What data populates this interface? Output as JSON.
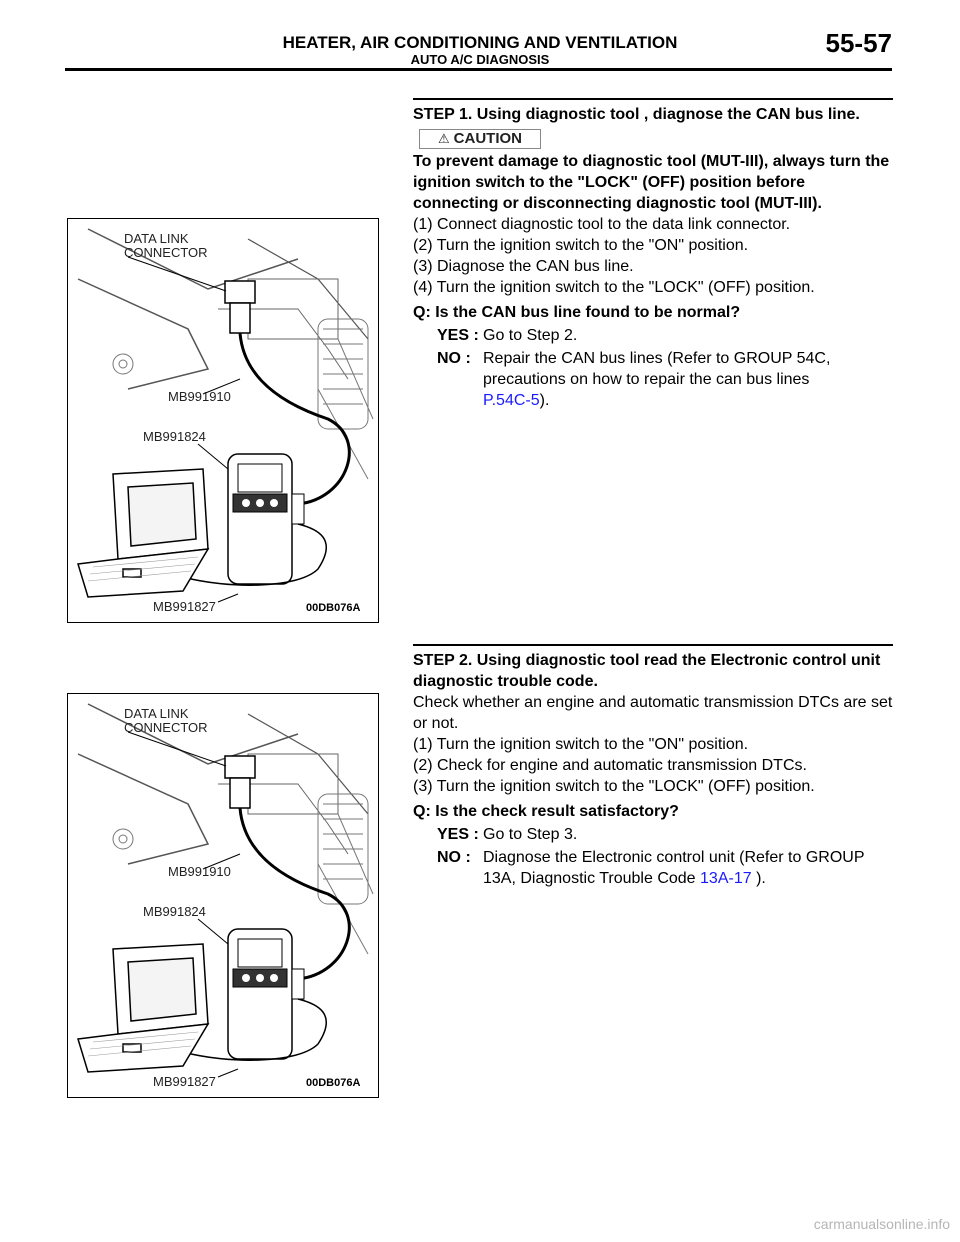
{
  "header": {
    "title": "HEATER, AIR CONDITIONING AND VENTILATION",
    "subtitle": "AUTO A/C DIAGNOSIS",
    "page_number": "55-57"
  },
  "figures": [
    {
      "label_connector_line1": "DATA LINK",
      "label_connector_line2": "CONNECTOR",
      "label_cable": "MB991910",
      "label_vci": "MB991824",
      "label_usb": "MB991827",
      "code": "00DB076A"
    },
    {
      "label_connector_line1": "DATA LINK",
      "label_connector_line2": "CONNECTOR",
      "label_cable": "MB991910",
      "label_vci": "MB991824",
      "label_usb": "MB991827",
      "code": "00DB076A"
    }
  ],
  "step1": {
    "heading": "STEP 1. Using diagnostic tool , diagnose the CAN bus line.",
    "caution_label": "CAUTION",
    "caution_text": "To prevent damage to diagnostic tool (MUT-III), always turn the ignition switch to the \"LOCK\" (OFF) position before connecting or disconnecting diagnostic tool (MUT-III).",
    "instructions": [
      "(1) Connect diagnostic tool  to the data link connector.",
      "(2) Turn the ignition switch to the \"ON\" position.",
      "(3) Diagnose the CAN bus line.",
      "(4) Turn the ignition switch to the \"LOCK\" (OFF) position."
    ],
    "question": "Q: Is the CAN bus line found to be normal?",
    "yes_label": "YES :",
    "yes_text": "Go to Step 2.",
    "no_label": "NO :",
    "no_text": "Repair the CAN bus lines (Refer to GROUP 54C, precautions on how to repair the can bus lines",
    "no_link": "P.54C-5",
    "no_suffix": ")."
  },
  "step2": {
    "heading": "STEP 2. Using diagnostic tool  read the Electronic control unit diagnostic trouble code.",
    "intro": "Check whether an engine and automatic transmission DTCs are set or not.",
    "instructions": [
      "(1) Turn the ignition switch to the \"ON\" position.",
      "(2) Check for engine and automatic transmission DTCs.",
      "(3) Turn the ignition switch to the \"LOCK\" (OFF) position."
    ],
    "question": "Q: Is the check result satisfactory?",
    "yes_label": "YES :",
    "yes_text": " Go to Step 3.",
    "no_label": "NO :",
    "no_text": "  Diagnose the Electronic control unit (Refer to GROUP 13A, Diagnostic Trouble Code",
    "no_link": "13A-17",
    "no_suffix": " )."
  },
  "footer": {
    "watermark": "carmanualsonline.info"
  }
}
